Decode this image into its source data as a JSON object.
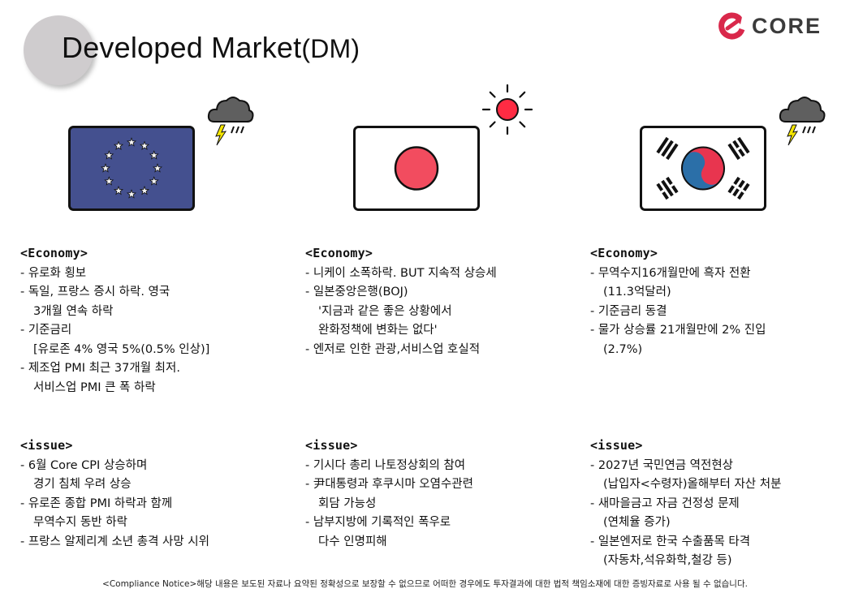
{
  "header": {
    "title": "Developed Market",
    "title_suffix": "(DM)",
    "logo_text": "CORE",
    "logo_color": "#d9284b"
  },
  "colors": {
    "eu_blue": "#44508f",
    "eu_star": "#f5f5f5",
    "japan_red": "#f24c5f",
    "korea_red": "#e8354f",
    "korea_blue": "#2b6fa8",
    "cloud": "#5f5f5f",
    "sun": "#ff2b43",
    "lightning": "#f5e600"
  },
  "columns": [
    {
      "region": "eu",
      "flag_icon": "eu-flag-icon",
      "weather_icon": "storm-cloud-icon",
      "economy_heading": "<Economy>",
      "economy": [
        {
          "lines": [
            "- 유로화 횡보"
          ]
        },
        {
          "lines": [
            "- 독일, 프랑스 증시 하락. 영국",
            "3개월 연속 하락"
          ]
        },
        {
          "lines": [
            "- 기준금리",
            "[유로존 4% 영국 5%(0.5% 인상)]"
          ]
        },
        {
          "lines": [
            "- 제조업 PMI 최근 37개월 최저.",
            "서비스업 PMI 큰 폭 하락"
          ]
        }
      ],
      "issue_heading": "<issue>",
      "issue": [
        {
          "lines": [
            "-  6월 Core CPI 상승하며",
            "경기 침체 우려 상승"
          ]
        },
        {
          "lines": [
            "- 유로존 종합 PMI 하락과 함께",
            "무역수지 동반 하락"
          ]
        },
        {
          "lines": [
            "- 프랑스 알제리계 소년 총격 사망 시위"
          ]
        }
      ]
    },
    {
      "region": "japan",
      "flag_icon": "japan-flag-icon",
      "weather_icon": "sun-icon",
      "economy_heading": "<Economy>",
      "economy": [
        {
          "lines": [
            "- 니케이 소폭하락. BUT 지속적 상승세"
          ]
        },
        {
          "lines": [
            "- 일본중앙은행(BOJ)",
            "'지금과 같은 좋은 상황에서",
            " 완화정책에 변화는 없다'"
          ]
        },
        {
          "lines": [
            "-  엔저로 인한 관광,서비스업 호실적"
          ]
        }
      ],
      "issue_heading": "<issue>",
      "issue": [
        {
          "lines": [
            "- 기시다 총리 나토정상회의 참여"
          ]
        },
        {
          "lines": [
            "- 尹대통령과 후쿠시마 오염수관련",
            "회담 가능성"
          ]
        },
        {
          "lines": [
            "- 남부지방에 기록적인 폭우로",
            "다수 인명피해"
          ]
        }
      ]
    },
    {
      "region": "korea",
      "flag_icon": "korea-flag-icon",
      "weather_icon": "storm-cloud-icon",
      "economy_heading": "<Economy>",
      "economy": [
        {
          "lines": [
            "- 무역수지16개월만에 흑자 전환",
            "(11.3억달러)"
          ]
        },
        {
          "lines": [
            "- 기준금리 동결"
          ]
        },
        {
          "lines": [
            "- 물가 상승률 21개월만에 2% 진입",
            "(2.7%)"
          ]
        }
      ],
      "issue_heading": "<issue>",
      "issue": [
        {
          "lines": [
            "- 2027년 국민연금 역전현상",
            "(납입자<수령자)올해부터 자산 처분"
          ]
        },
        {
          "lines": [
            "- 새마을금고 자금 건정성 문제",
            "(연체율 증가)"
          ]
        },
        {
          "lines": [
            "- 일본엔저로 한국 수출품목 타격",
            "(자동차,석유화학,철강 등)"
          ]
        }
      ]
    }
  ],
  "footer": {
    "notice": "<Compliance Notice>해당 내용은 보도된 자료나 요약된 정확성으로 보장할 수 없으므로 어떠한 경우에도 투자결과에 대한 법적 책임소재에 대한 증빙자료로 사용 될 수 없습니다."
  }
}
